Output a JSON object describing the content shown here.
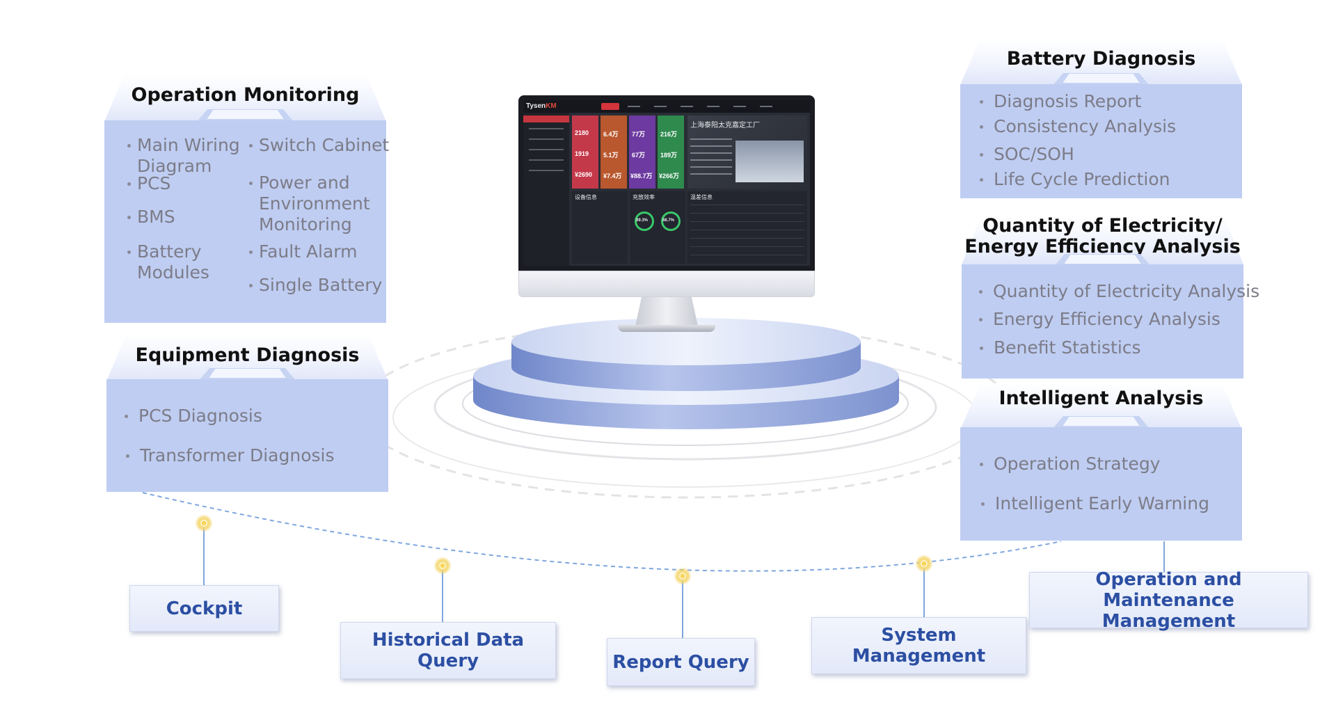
{
  "panels": {
    "operation_monitoring": {
      "title": "Operation Monitoring",
      "col1": [
        "Main Wiring\nDiagram",
        "PCS",
        "BMS",
        "Battery\nModules"
      ],
      "col2": [
        "Switch Cabinet",
        "Power and\nEnvironment\nMonitoring",
        "Fault Alarm",
        "Single Battery"
      ]
    },
    "equipment_diagnosis": {
      "title": "Equipment Diagnosis",
      "items": [
        "PCS Diagnosis",
        "Transformer Diagnosis"
      ]
    },
    "battery_diagnosis": {
      "title": "Battery Diagnosis",
      "items": [
        "Diagnosis Report",
        "Consistency Analysis",
        "SOC/SOH",
        "Life Cycle Prediction"
      ]
    },
    "electricity_efficiency": {
      "title_line1": "Quantity of Electricity/",
      "title_line2": "Energy Efficiency Analysis",
      "items": [
        "Quantity of Electricity Analysis",
        "Energy Efficiency Analysis",
        "Benefit Statistics"
      ]
    },
    "intelligent_analysis": {
      "title": "Intelligent Analysis",
      "items": [
        "Operation Strategy",
        "Intelligent Early Warning"
      ]
    }
  },
  "nav": {
    "cockpit": "Cockpit",
    "historical": "Historical Data Query",
    "report": "Report Query",
    "system": "System Management",
    "om": "Operation and Maintenance\nManagement"
  },
  "monitor": {
    "brand": "Tysen",
    "brand_accent": "KM",
    "site_title": "上海泰阳太克嘉定工厂",
    "kpis": [
      {
        "top": "2180",
        "mid": "1919",
        "bot": "¥2690",
        "color": "#c4394a"
      },
      {
        "top": "6.4万",
        "mid": "5.1万",
        "bot": "¥7.4万",
        "color": "#b9582e"
      },
      {
        "top": "77万",
        "mid": "67万",
        "bot": "¥88.7万",
        "color": "#6c3aa0"
      },
      {
        "top": "216万",
        "mid": "189万",
        "bot": "¥266万",
        "color": "#2f8a4e"
      }
    ],
    "gauges": [
      "89.3%",
      "88.7%"
    ],
    "section_labels": [
      "设备信息",
      "充放效率",
      "温差信息"
    ]
  },
  "colors": {
    "panel_body": "#bfcdf2",
    "nav_text": "#2c4fa3",
    "item_text": "#7c7c88",
    "connector": "#7ea6df",
    "node": "#f3d56a"
  }
}
